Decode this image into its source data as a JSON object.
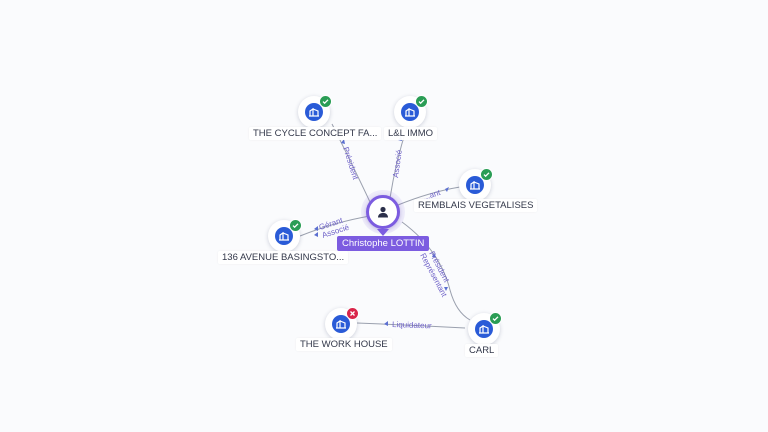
{
  "person": {
    "name": "Christophe LOTTIN",
    "icon": "person-icon",
    "color": "#7c5ce0"
  },
  "companies": [
    {
      "id": "cycle",
      "label": "THE CYCLE CONCEPT FA...",
      "status": "active",
      "icon": "building-icon"
    },
    {
      "id": "ll",
      "label": "L&L IMMO",
      "status": "active",
      "icon": "building-icon"
    },
    {
      "id": "remblais",
      "label": "REMBLAIS VEGETALISES",
      "status": "active",
      "icon": "building-icon"
    },
    {
      "id": "basingstoke",
      "label": "136 AVENUE BASINGSTO...",
      "status": "active",
      "icon": "building-icon"
    },
    {
      "id": "carl",
      "label": "CARL",
      "status": "active",
      "icon": "building-icon"
    },
    {
      "id": "workhouse",
      "label": "THE WORK HOUSE",
      "status": "closed",
      "icon": "building-icon"
    }
  ],
  "relations": {
    "cycle": "Président",
    "ll": "Associé",
    "remblais": "...ant",
    "basingstoke_1": "Gérant",
    "basingstoke_2": "Associé",
    "carl_1": "Président",
    "carl_2": "Représentant",
    "workhouse": "Liquidateur"
  },
  "colors": {
    "active": "#2a9d55",
    "closed": "#d9254a",
    "company": "#2a5bd7",
    "edge_label": "#6f62c8"
  }
}
